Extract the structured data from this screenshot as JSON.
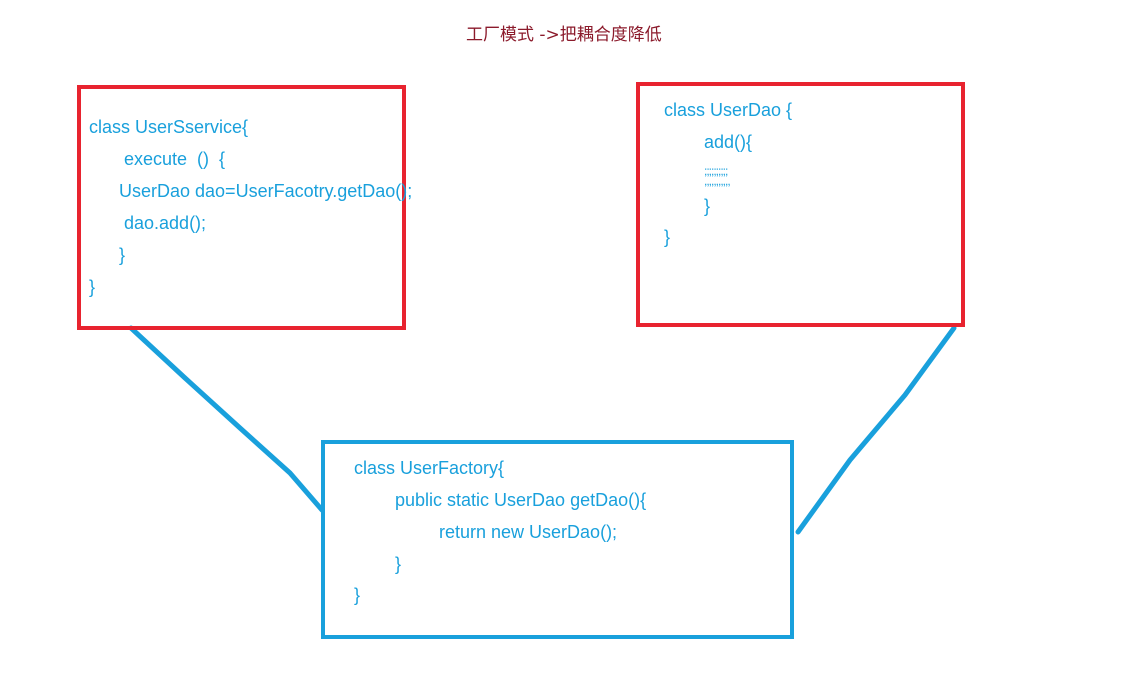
{
  "title": "工厂模式 ->把耦合度降低",
  "colors": {
    "title_text": "#8b1a2b",
    "code_text": "#19a0dc",
    "red_border": "#e8232f",
    "blue_border": "#19a0dc",
    "connector": "#19a0dc"
  },
  "user_service": {
    "lines": [
      "class UserSservice{",
      "execute  ()  {",
      "UserDao dao=UserFacotry.getDao();",
      "dao.add();",
      "}",
      "}"
    ]
  },
  "user_dao": {
    "lines": [
      "class UserDao {",
      "add(){",
      ";;;;;;;;;;",
      ",,,,,,,,,,,",
      "}",
      "}"
    ]
  },
  "user_factory": {
    "lines": [
      "class UserFactory{",
      "public static UserDao getDao(){",
      "return new UserDao();",
      "}",
      "}"
    ]
  }
}
